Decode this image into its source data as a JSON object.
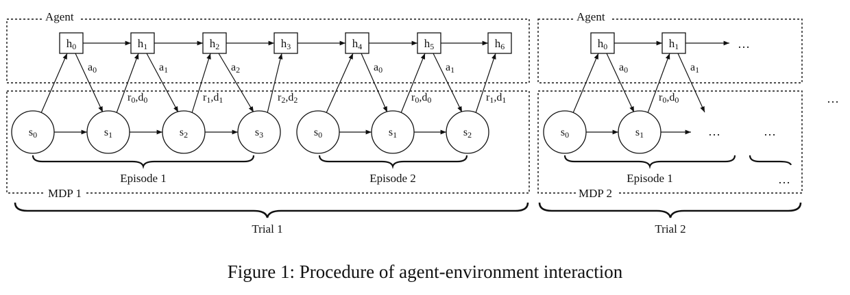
{
  "box_labels": {
    "agent_1": "Agent",
    "agent_2": "Agent",
    "mdp_1": "MDP 1",
    "mdp_2": "MDP 2"
  },
  "hidden_states_trial1": [
    {
      "base": "h",
      "sub": "0"
    },
    {
      "base": "h",
      "sub": "1"
    },
    {
      "base": "h",
      "sub": "2"
    },
    {
      "base": "h",
      "sub": "3"
    },
    {
      "base": "h",
      "sub": "4"
    },
    {
      "base": "h",
      "sub": "5"
    },
    {
      "base": "h",
      "sub": "6"
    }
  ],
  "hidden_states_trial2": [
    {
      "base": "h",
      "sub": "0"
    },
    {
      "base": "h",
      "sub": "1"
    }
  ],
  "states_trial1": [
    {
      "base": "s",
      "sub": "0"
    },
    {
      "base": "s",
      "sub": "1"
    },
    {
      "base": "s",
      "sub": "2"
    },
    {
      "base": "s",
      "sub": "3"
    },
    {
      "base": "s",
      "sub": "0"
    },
    {
      "base": "s",
      "sub": "1"
    },
    {
      "base": "s",
      "sub": "2"
    }
  ],
  "states_trial2": [
    {
      "base": "s",
      "sub": "0"
    },
    {
      "base": "s",
      "sub": "1"
    }
  ],
  "action_labels_trial1": [
    {
      "base": "a",
      "sub": "0"
    },
    {
      "base": "a",
      "sub": "1"
    },
    {
      "base": "a",
      "sub": "2"
    },
    {
      "base": "a",
      "sub": "0"
    },
    {
      "base": "a",
      "sub": "1"
    }
  ],
  "action_labels_trial2": [
    {
      "base": "a",
      "sub": "0"
    },
    {
      "base": "a",
      "sub": "1"
    }
  ],
  "reward_labels_trial1": [
    {
      "r": "0",
      "d": "0"
    },
    {
      "r": "1",
      "d": "1"
    },
    {
      "r": "2",
      "d": "2"
    },
    {
      "r": "0",
      "d": "0"
    },
    {
      "r": "1",
      "d": "1"
    }
  ],
  "reward_labels_trial2": [
    {
      "r": "0",
      "d": "0"
    }
  ],
  "episode_labels": {
    "t1_ep1": "Episode 1",
    "t1_ep2": "Episode 2",
    "t2_ep1": "Episode 1"
  },
  "trial_labels": {
    "trial_1": "Trial 1",
    "trial_2": "Trial 2"
  },
  "ellipsis": "…",
  "caption": "Figure 1: Procedure of agent-environment interaction"
}
